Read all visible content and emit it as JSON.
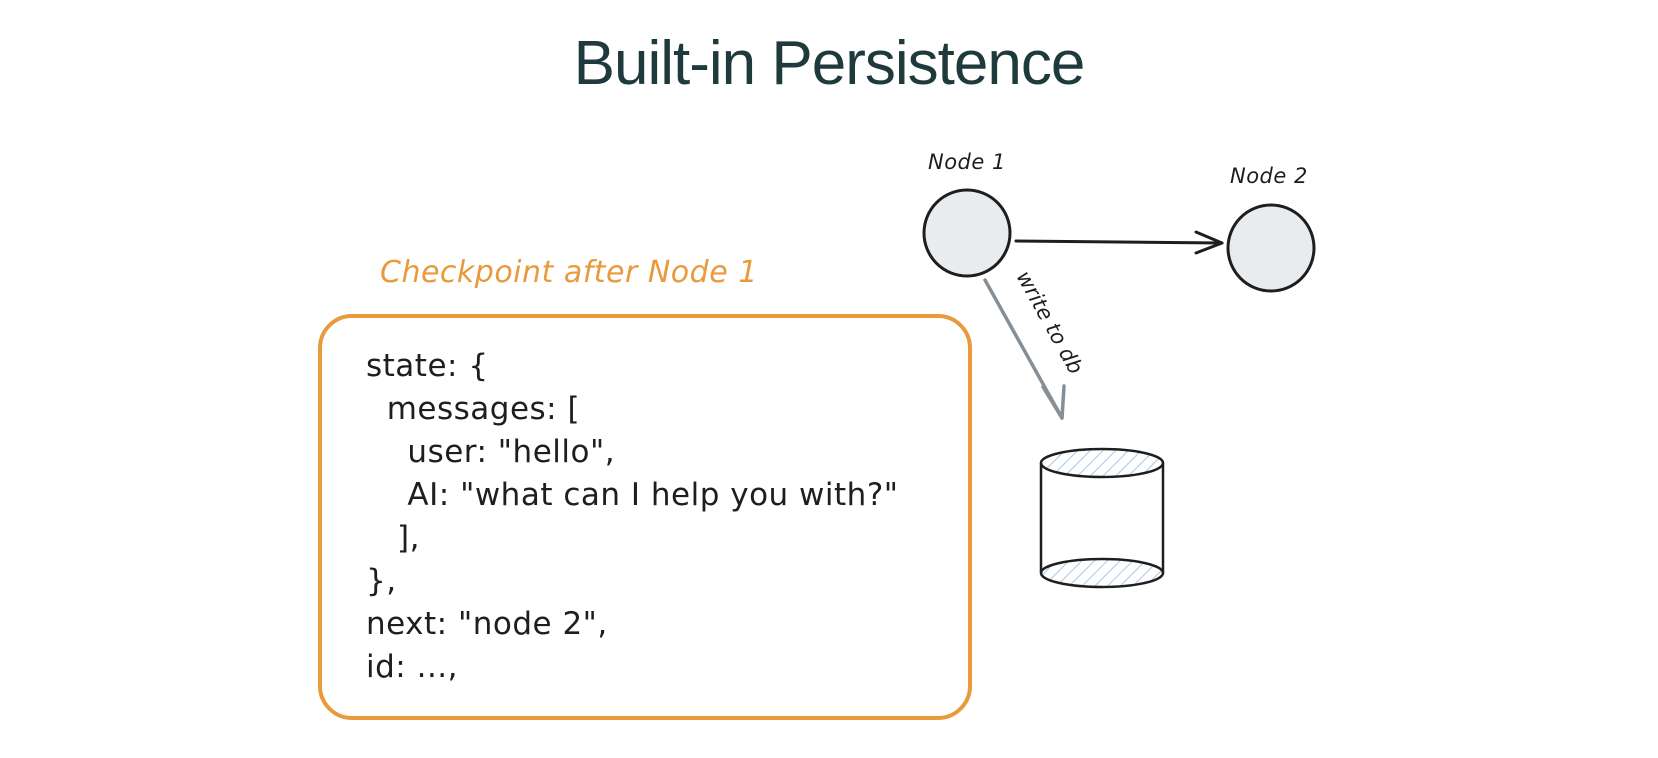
{
  "title": "Built-in Persistence",
  "checkpoint": {
    "label": "Checkpoint after Node 1",
    "color": "#e89a3c",
    "lines": [
      "state: {",
      "  messages: [",
      "    user: \"hello\",",
      "    AI: \"what can I help you with?\"",
      "   ],",
      "},",
      "next: \"node 2\",",
      "id: ...,"
    ]
  },
  "graph": {
    "nodes": [
      {
        "label": "Node 1"
      },
      {
        "label": "Node 2"
      }
    ],
    "edge_label": "write to db",
    "node_fill": "#e9ecef",
    "db_hatch_color": "#a5c8ec",
    "write_arrow_color": "#868e96"
  }
}
